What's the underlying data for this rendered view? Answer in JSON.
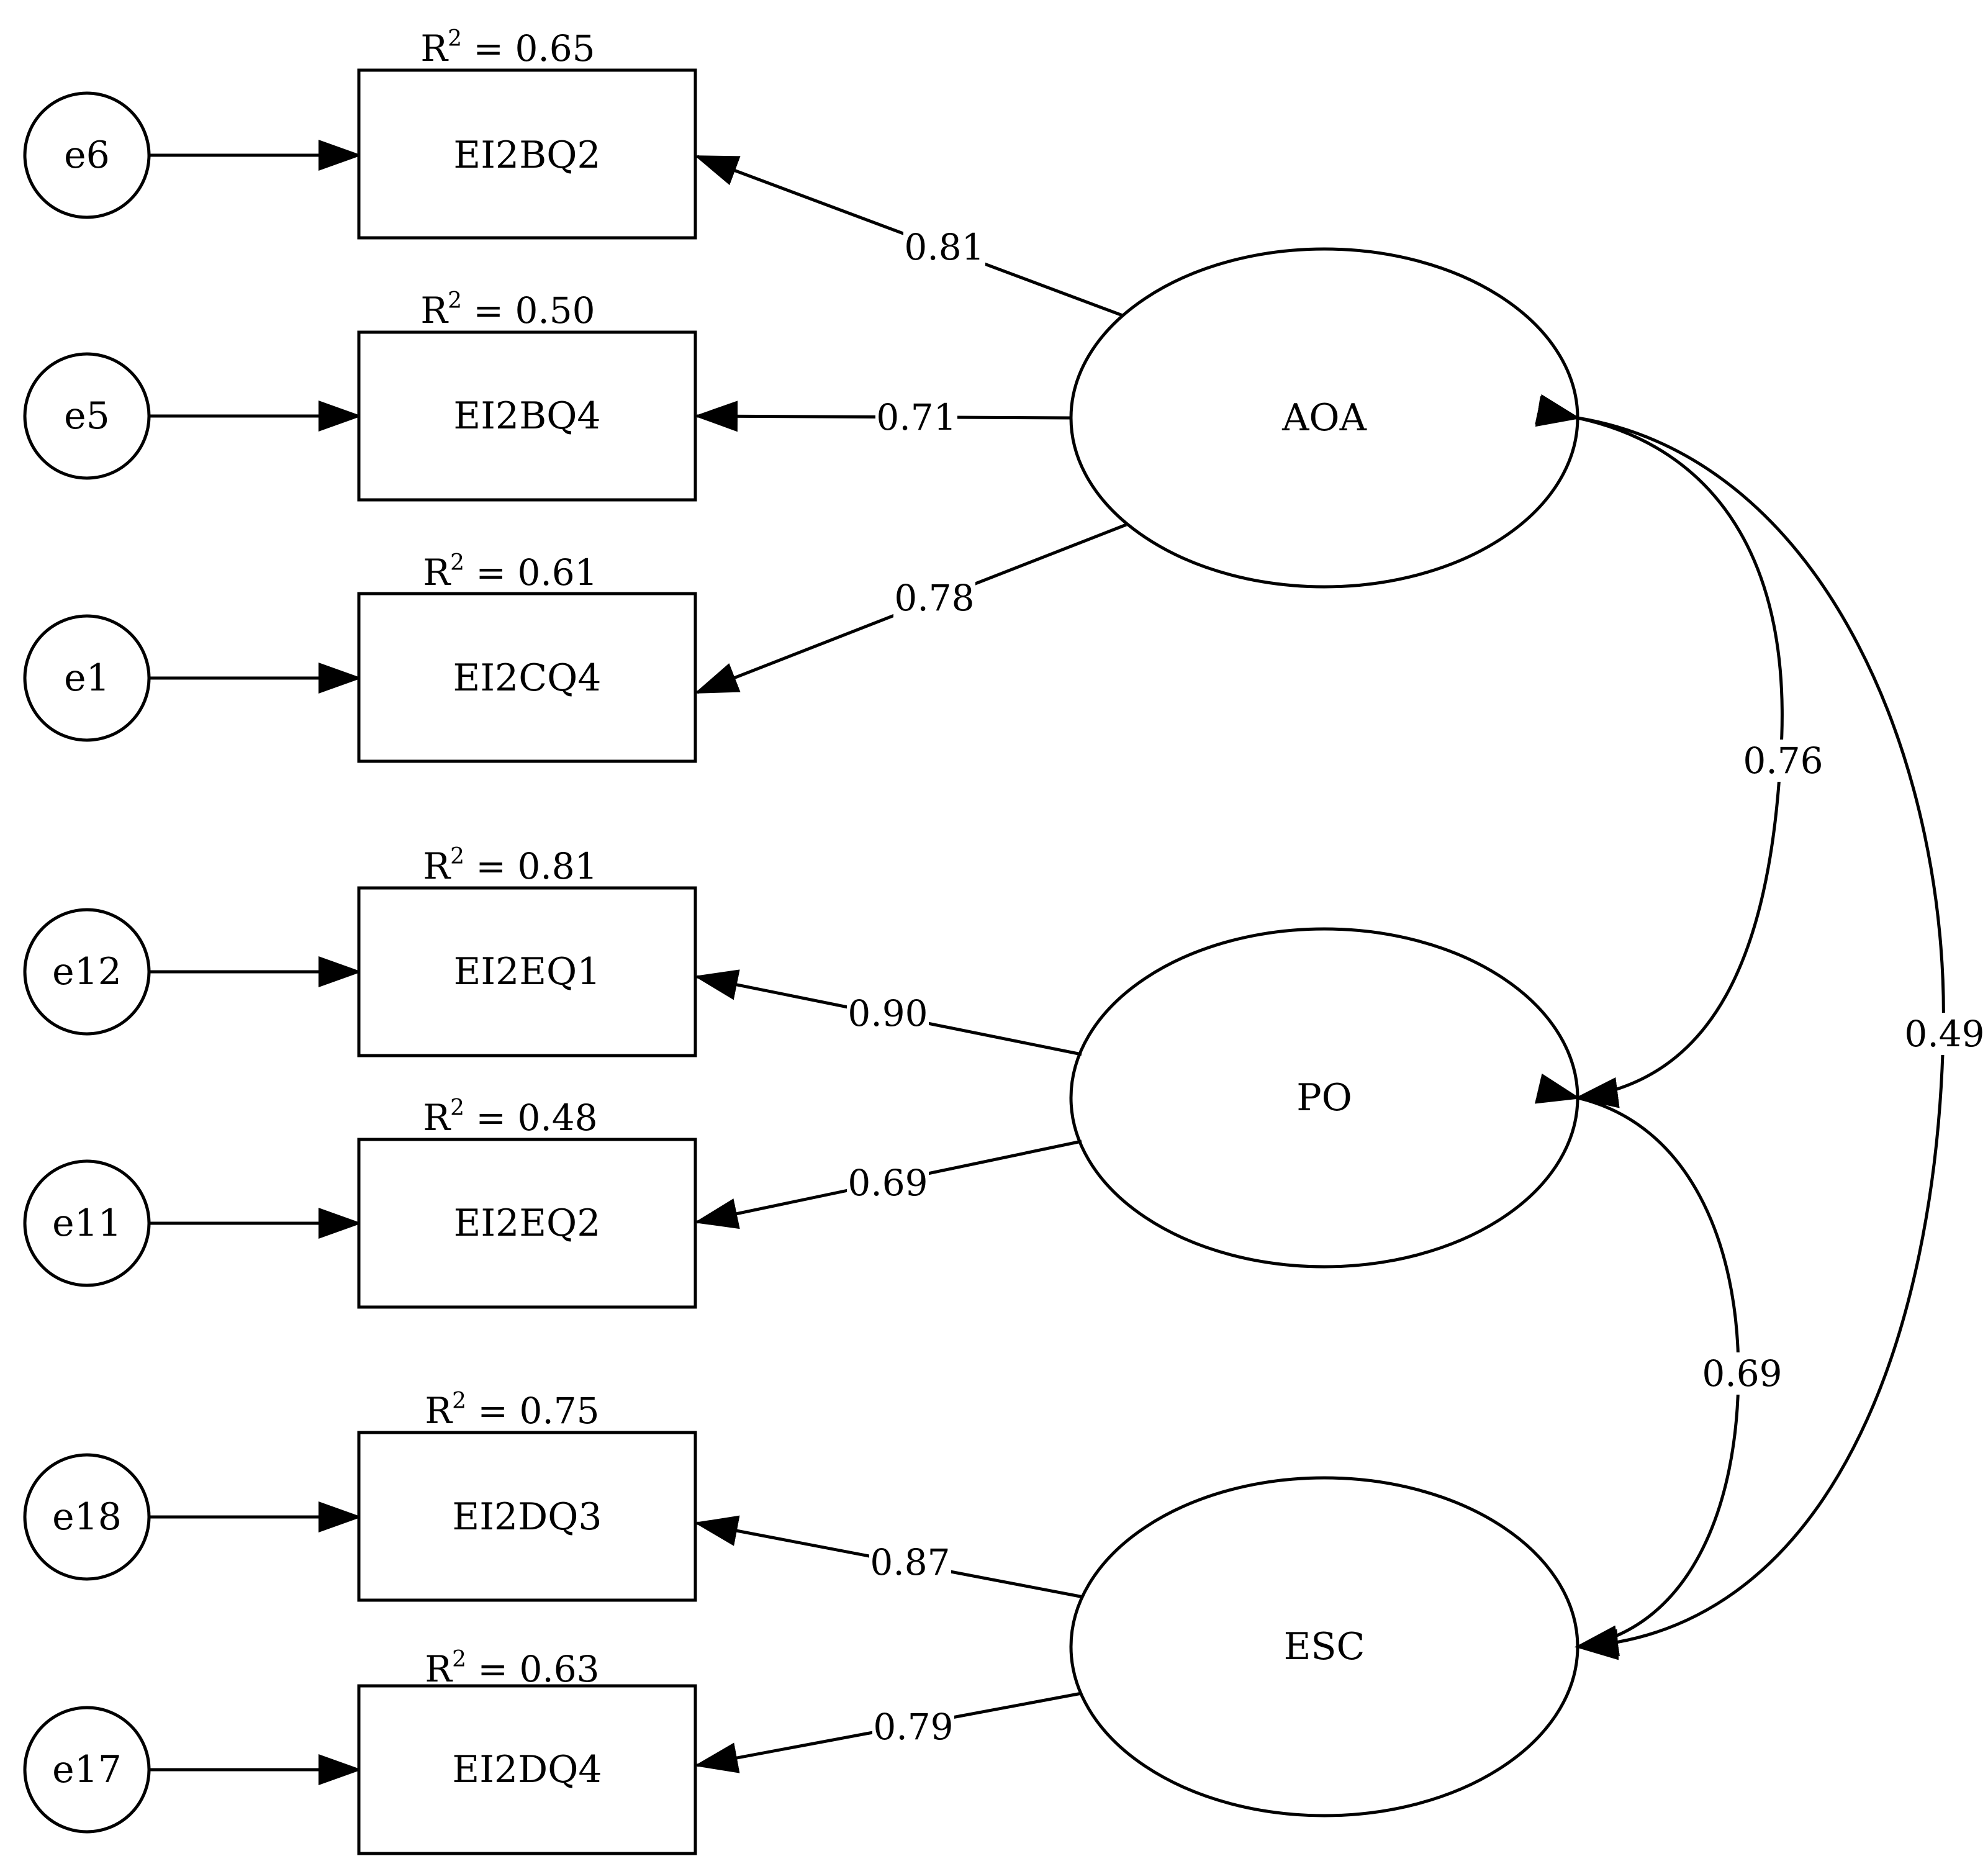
{
  "diagram": {
    "type": "structural-equation-model",
    "error_terms": [
      "e6",
      "e5",
      "e1",
      "e12",
      "e11",
      "e18",
      "e17"
    ],
    "indicators": [
      {
        "name": "EI2BQ2",
        "error": "e6",
        "factor": "AOA",
        "r2_prefix": "R",
        "r2_sup": "2",
        "r2_value": " = 0.65",
        "loading": "0.81"
      },
      {
        "name": "EI2BQ4",
        "error": "e5",
        "factor": "AOA",
        "r2_prefix": "R",
        "r2_sup": "2",
        "r2_value": " = 0.50",
        "loading": "0.71"
      },
      {
        "name": "EI2CQ4",
        "error": "e1",
        "factor": "AOA",
        "r2_prefix": "R",
        "r2_sup": "2",
        "r2_value": " = 0.61",
        "loading": "0.78"
      },
      {
        "name": "EI2EQ1",
        "error": "e12",
        "factor": "PO",
        "r2_prefix": "R",
        "r2_sup": "2",
        "r2_value": " = 0.81",
        "loading": "0.90"
      },
      {
        "name": "EI2EQ2",
        "error": "e11",
        "factor": "PO",
        "r2_prefix": "R",
        "r2_sup": "2",
        "r2_value": " = 0.48",
        "loading": "0.69"
      },
      {
        "name": "EI2DQ3",
        "error": "e18",
        "factor": "ESC",
        "r2_prefix": "R",
        "r2_sup": "2",
        "r2_value": " = 0.75",
        "loading": "0.87"
      },
      {
        "name": "EI2DQ4",
        "error": "e17",
        "factor": "ESC",
        "r2_prefix": "R",
        "r2_sup": "2",
        "r2_value": " = 0.63",
        "loading": "0.79"
      }
    ],
    "latent_factors": [
      "AOA",
      "PO",
      "ESC"
    ],
    "correlations": [
      {
        "from": "AOA",
        "to": "PO",
        "value": "0.76"
      },
      {
        "from": "PO",
        "to": "ESC",
        "value": "0.69"
      },
      {
        "from": "AOA",
        "to": "ESC",
        "value": "0.49"
      }
    ]
  }
}
